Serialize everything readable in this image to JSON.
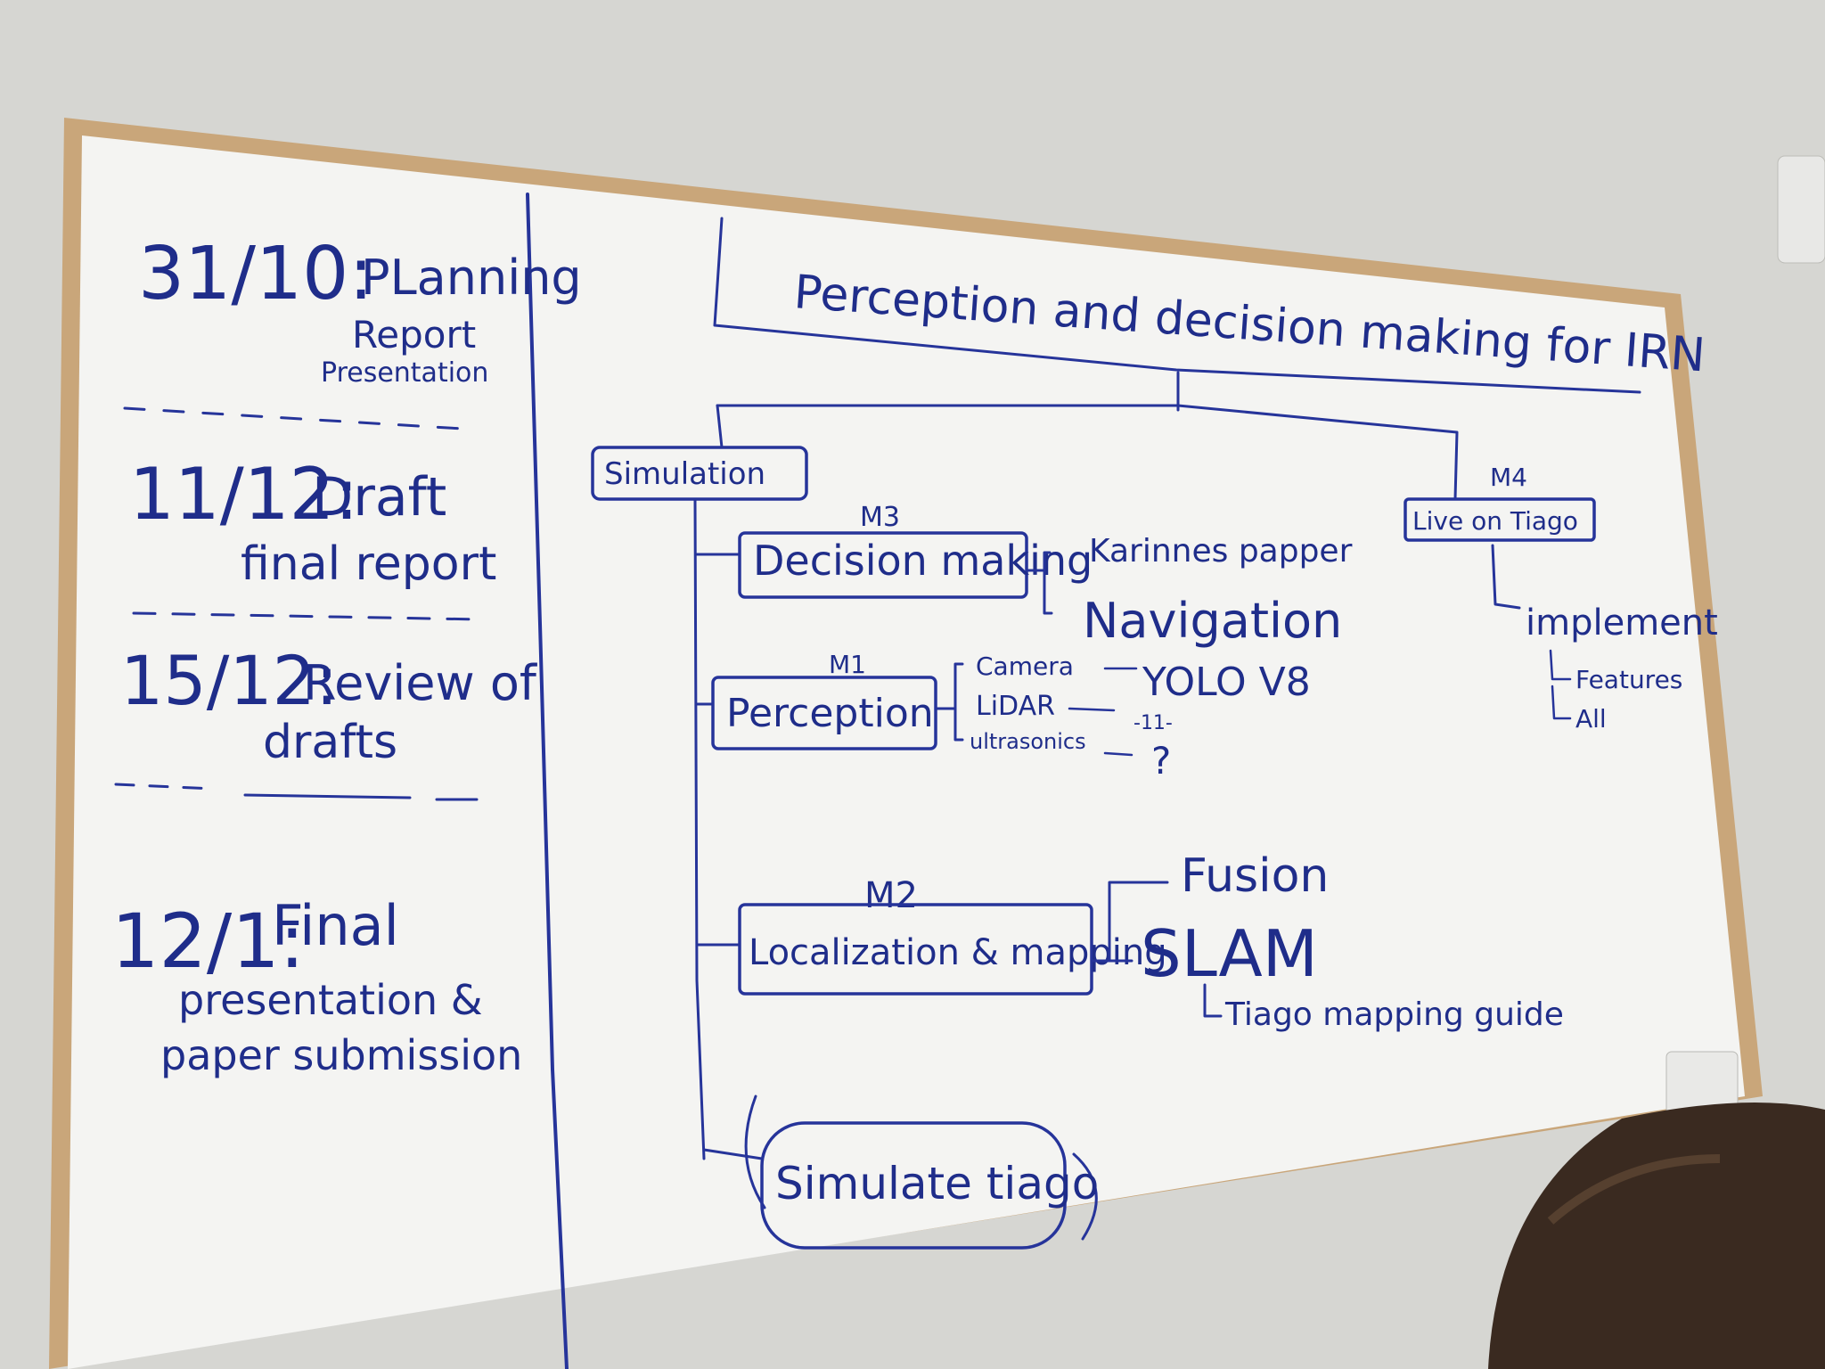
{
  "colors": {
    "wall": "#d6d6d2",
    "frame": "#c9a67a",
    "board": "#f4f4f2",
    "ink": "#26349a"
  },
  "timeline": [
    {
      "date": "31/10:",
      "lines": [
        "PLanning",
        "Report",
        "Presentation"
      ]
    },
    {
      "date": "11/12:",
      "lines": [
        "Draft",
        "final report"
      ]
    },
    {
      "date": "15/12:",
      "lines": [
        "Review of",
        "drafts"
      ]
    },
    {
      "date": "12/1:",
      "lines": [
        "Final",
        "presentation &",
        "paper submission"
      ]
    }
  ],
  "diagram": {
    "title": "Perception and decision making for IRN",
    "simulation": "Simulation",
    "live": {
      "tag": "M4",
      "label": "Live on Tiago",
      "implement": "implement",
      "features": "Features",
      "all": "All"
    },
    "decision": {
      "tag": "M3",
      "label": "Decision making",
      "karinne": "Karinnes papper",
      "navigation": "Navigation"
    },
    "perception": {
      "tag": "M1",
      "label": "Perception",
      "camera": "Camera",
      "yolo": "YOLO V8",
      "lidar": "LiDAR",
      "ditto": "-11-",
      "ultrasonics": "ultrasonics",
      "question": "?"
    },
    "localization": {
      "tag": "M2",
      "label": "Localization & mapping",
      "fusion": "Fusion",
      "slam": "SLAM",
      "guide": "Tiago mapping guide"
    },
    "simulate": "Simulate tiago"
  }
}
